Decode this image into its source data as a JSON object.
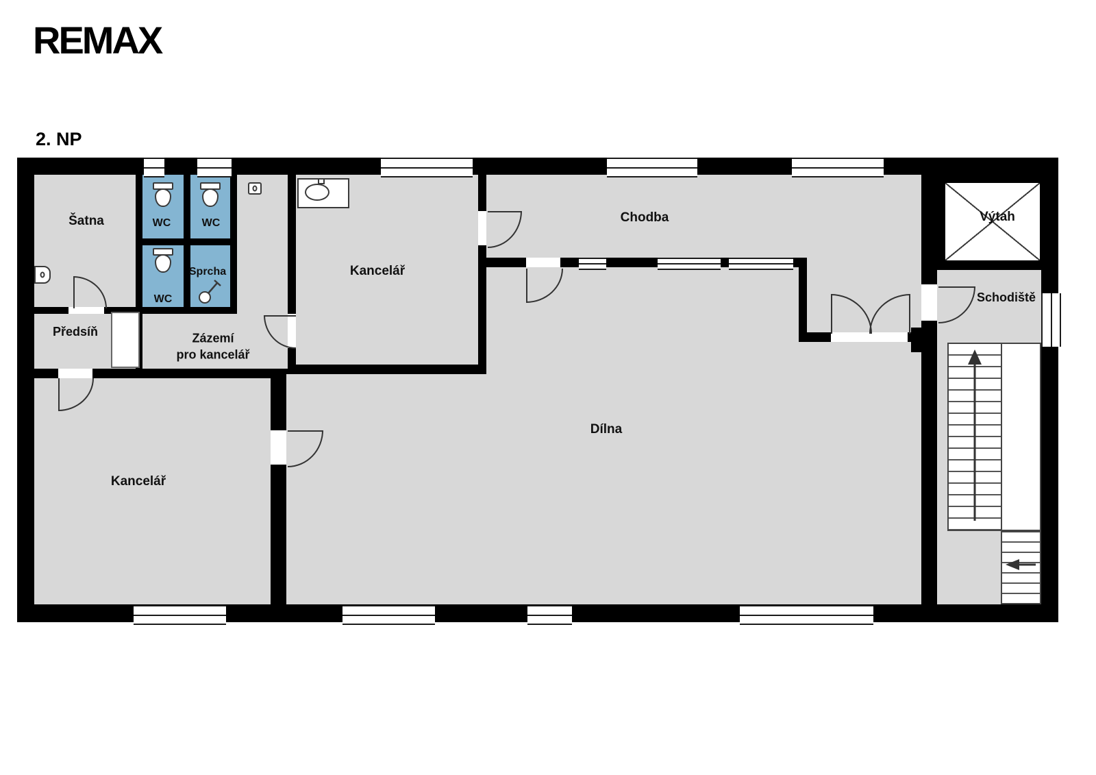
{
  "logo": "REMAX",
  "floor_label": "2. NP",
  "colors": {
    "wall": "#000000",
    "room": "#d8d8d8",
    "wet": "#84b5d2",
    "line": "#333333",
    "bg": "#ffffff"
  },
  "rooms": {
    "satna": "Šatna",
    "wc_top_left": "WC",
    "wc_top_right": "WC",
    "wc_bottom": "WC",
    "sprcha": "Sprcha",
    "predsin": "Předsíň",
    "zazemi_line1": "Zázemí",
    "zazemi_line2": "pro kancelář",
    "kancelar_top": "Kancelář",
    "chodba": "Chodba",
    "vytah": "Výtah",
    "schodiste": "Schodiště",
    "kancelar_bottom": "Kancelář",
    "dilna": "Dílna"
  }
}
